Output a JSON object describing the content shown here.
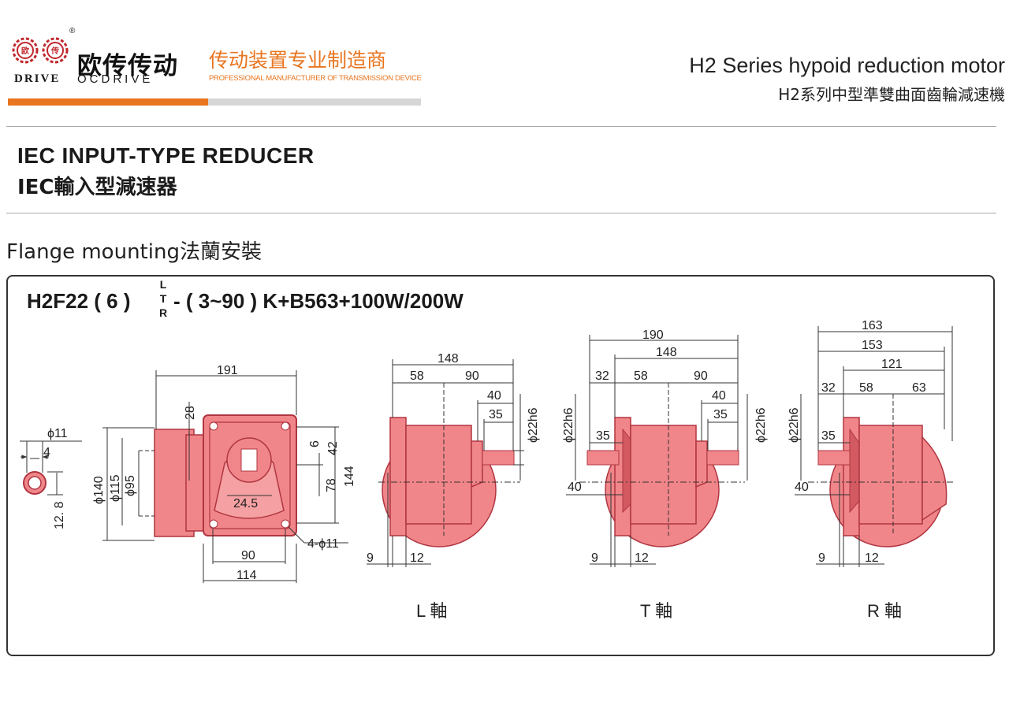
{
  "header": {
    "brand_cn": "欧传传动",
    "brand_en_a": "DRIVE",
    "brand_en_b": "OCDRIVE",
    "brand_seal_left": "欧",
    "brand_seal_right": "传",
    "registered": "®",
    "slogan_cn": "传动装置专业制造商",
    "slogan_en": "PROFESSIONAL MANUFACTURER OF TRANSMISSION DEVICE",
    "series_en": "H2 Series hypoid reduction motor",
    "series_cn": "H2系列中型準雙曲面齒輪減速機"
  },
  "section": {
    "title_en": "IEC INPUT-TYPE REDUCER",
    "title_cn": "IEC輸入型減速器",
    "mounting": "Flange mounting法蘭安裝"
  },
  "model": {
    "prefix": "H2F22 ( 6 )",
    "opt_l": "L",
    "opt_t": "T",
    "opt_r": "R",
    "suffix": "- ( 3~90 ) K+B563+100W/200W"
  },
  "front": {
    "d191": "191",
    "d28": "28",
    "d6": "6",
    "d42": "42",
    "d144": "144",
    "d78": "78",
    "d24_5": "24.5",
    "d90": "90",
    "d114": "114",
    "holes": "4-ϕ11",
    "d140": "ϕ140",
    "d115": "ϕ115",
    "d95": "ϕ95"
  },
  "shaft_detail": {
    "d11": "ϕ11",
    "d4": "4",
    "d12_8": "12. 8"
  },
  "views": {
    "l": {
      "label": "L 軸",
      "d148": "148",
      "d58": "58",
      "d90": "90",
      "d40": "40",
      "d35": "35",
      "shaft": "ϕ22h6",
      "d9": "9",
      "d12": "12"
    },
    "t": {
      "label": "T 軸",
      "d190": "190",
      "d148": "148",
      "d32": "32",
      "d58": "58",
      "d90": "90",
      "d40a": "40",
      "d35a": "35",
      "shaft_l": "ϕ22h6",
      "shaft_r": "ϕ22h6",
      "d35b": "35",
      "d40b": "40",
      "d9": "9",
      "d12": "12"
    },
    "r": {
      "label": "R 軸",
      "d163": "163",
      "d153": "153",
      "d121": "121",
      "d32": "32",
      "d58": "58",
      "d63": "63",
      "shaft": "ϕ22h6",
      "d35": "35",
      "d40": "40",
      "d9": "9",
      "d12": "12"
    }
  },
  "colors": {
    "accent": "#e8751f",
    "body_fill": "#f0868a",
    "body_stroke": "#b03540",
    "bar_gray": "#d6d6d6"
  }
}
